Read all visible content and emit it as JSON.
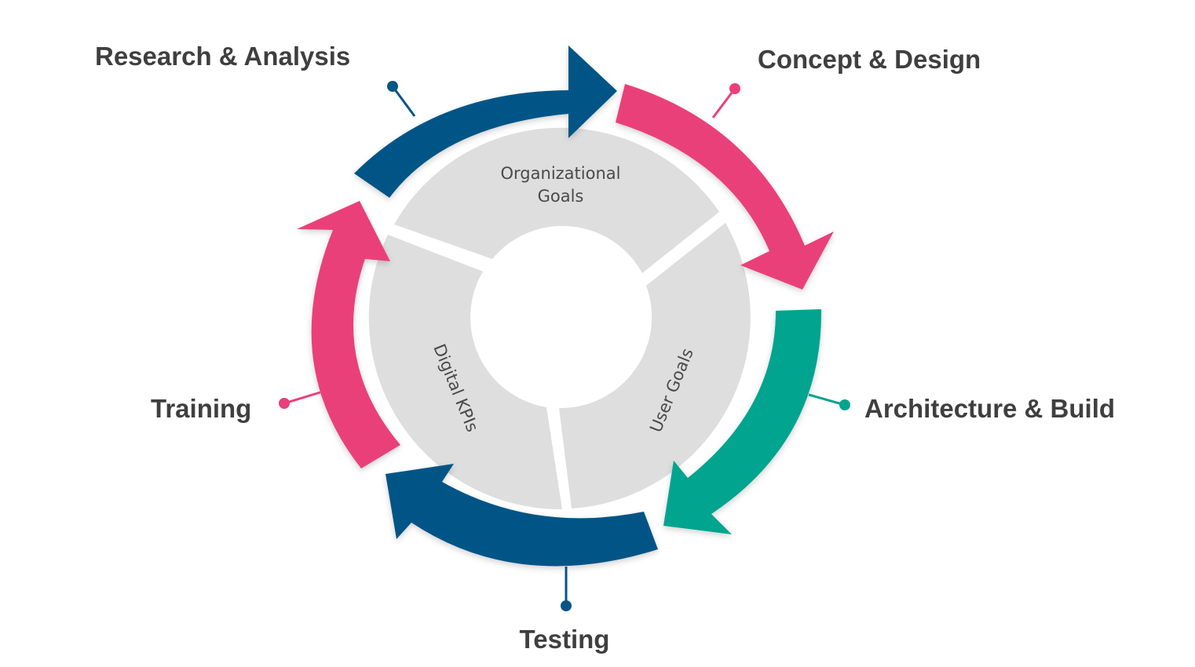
{
  "stages": [
    {
      "label": "Research & Analysis",
      "color": "#065586"
    },
    {
      "label": "Concept & Design",
      "color": "#ea3f7a"
    },
    {
      "label": "Architecture & Build",
      "color": "#02a48f"
    },
    {
      "label": "Testing",
      "color": "#065586"
    },
    {
      "label": "Training",
      "color": "#ea3f7a"
    }
  ],
  "segments": [
    {
      "line1": "Organizational",
      "line2": "Goals"
    },
    {
      "line1": "User Goals"
    },
    {
      "line1": "Digital KPIs"
    }
  ],
  "colors": {
    "segment_fill": "#dedede",
    "text": "#3f3f3f"
  }
}
